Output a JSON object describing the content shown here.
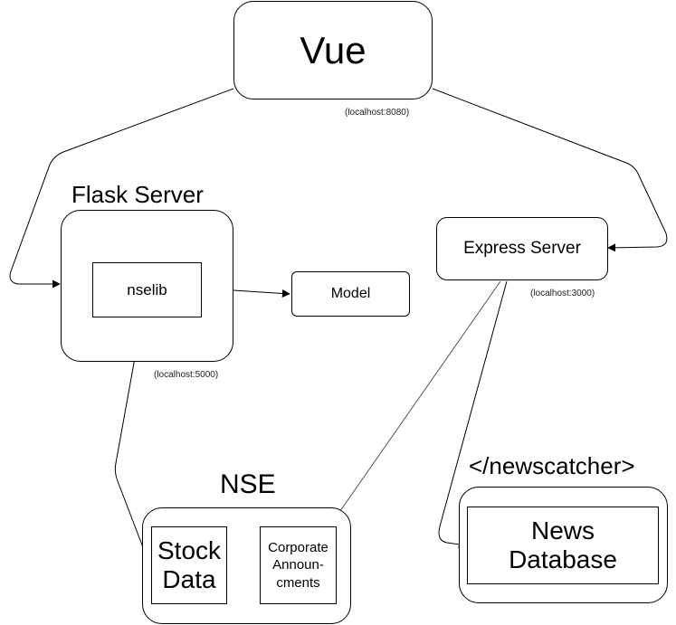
{
  "nodes": {
    "vue": {
      "label": "Vue",
      "port": "(localhost:8080)"
    },
    "flask": {
      "title": "Flask Server",
      "port": "(localhost:5000)"
    },
    "nselib": {
      "label": "nselib"
    },
    "model": {
      "label": "Model"
    },
    "express": {
      "label": "Express Server",
      "port": "(localhost:3000)"
    },
    "nse": {
      "title": "NSE"
    },
    "stock_data": {
      "label": "Stock\nData"
    },
    "corporate_announcements": {
      "label": "Corporate\nAnnoun-\ncments"
    },
    "newscatcher": {
      "title": "</newscatcher>"
    },
    "news_database": {
      "label": "News\nDatabase"
    }
  },
  "edges": [
    {
      "from": "vue",
      "to": "flask"
    },
    {
      "from": "vue",
      "to": "express"
    },
    {
      "from": "nselib",
      "to": "model"
    },
    {
      "from": "nselib",
      "to": "stock_data"
    },
    {
      "from": "express",
      "to": "corporate_announcements"
    },
    {
      "from": "express",
      "to": "news_database"
    }
  ],
  "colors": {
    "stroke": "#000000",
    "background": "#ffffff"
  }
}
